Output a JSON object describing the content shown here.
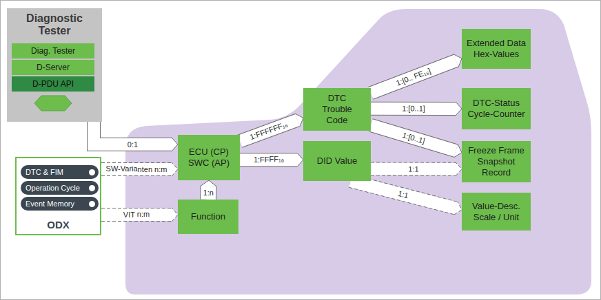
{
  "diagram": {
    "nodes": [
      {
        "text": [
          "Diagnostic Tester"
        ]
      },
      {
        "text": [
          "Diag. Tester"
        ],
        "in": 0
      },
      {
        "text": [
          "D-Server"
        ],
        "in": 0
      },
      {
        "text": [
          "D-PDU API"
        ],
        "in": 0
      },
      {
        "text": [
          "ODX"
        ]
      },
      {
        "text": [
          "DTC & FIM"
        ],
        "in": 4
      },
      {
        "text": [
          "Operation Cycle"
        ],
        "in": 4
      },
      {
        "text": [
          "Event Memory"
        ],
        "in": 4
      },
      {
        "text": [
          "ECU (CP) SWC (AP)"
        ]
      },
      {
        "text": [
          "Function"
        ]
      },
      {
        "text": [
          "DTC Trouble Code"
        ]
      },
      {
        "text": [
          "DID Value"
        ]
      },
      {
        "text": [
          "Extended Data Hex-Values"
        ]
      },
      {
        "text": [
          "DTC-Status Cycle-Counter"
        ]
      },
      {
        "text": [
          "Freeze Frame Snapshot Record"
        ]
      },
      {
        "text": [
          "Value-Desc. Scale / Unit"
        ]
      }
    ],
    "edges": [
      {
        "from": 0,
        "to": 8,
        "label": "0:1",
        "arrow": "to"
      },
      {
        "from": 4,
        "to": 8,
        "label": "SW-Varianten n:m",
        "arrow": "to"
      },
      {
        "from": 4,
        "to": 9,
        "label": "VIT n:m",
        "arrow": "to"
      },
      {
        "from": 9,
        "to": 8,
        "label": "1:n",
        "arrow": "to"
      },
      {
        "from": 8,
        "to": 10,
        "label": "1:FFFFFF₁₆",
        "arrow": "to"
      },
      {
        "from": 8,
        "to": 11,
        "label": "1:FFFF₁₆",
        "arrow": "to"
      },
      {
        "from": 10,
        "to": 12,
        "label": "1:[0.. FE₁₆]",
        "arrow": "to"
      },
      {
        "from": 10,
        "to": 13,
        "label": "1:[0..1]",
        "arrow": "to"
      },
      {
        "from": 10,
        "to": 14,
        "label": "1:[0..1]",
        "arrow": "to"
      },
      {
        "from": 11,
        "to": 14,
        "label": "1:1",
        "arrow": "to"
      },
      {
        "from": 11,
        "to": 15,
        "label": "1:1",
        "arrow": "to"
      }
    ]
  }
}
